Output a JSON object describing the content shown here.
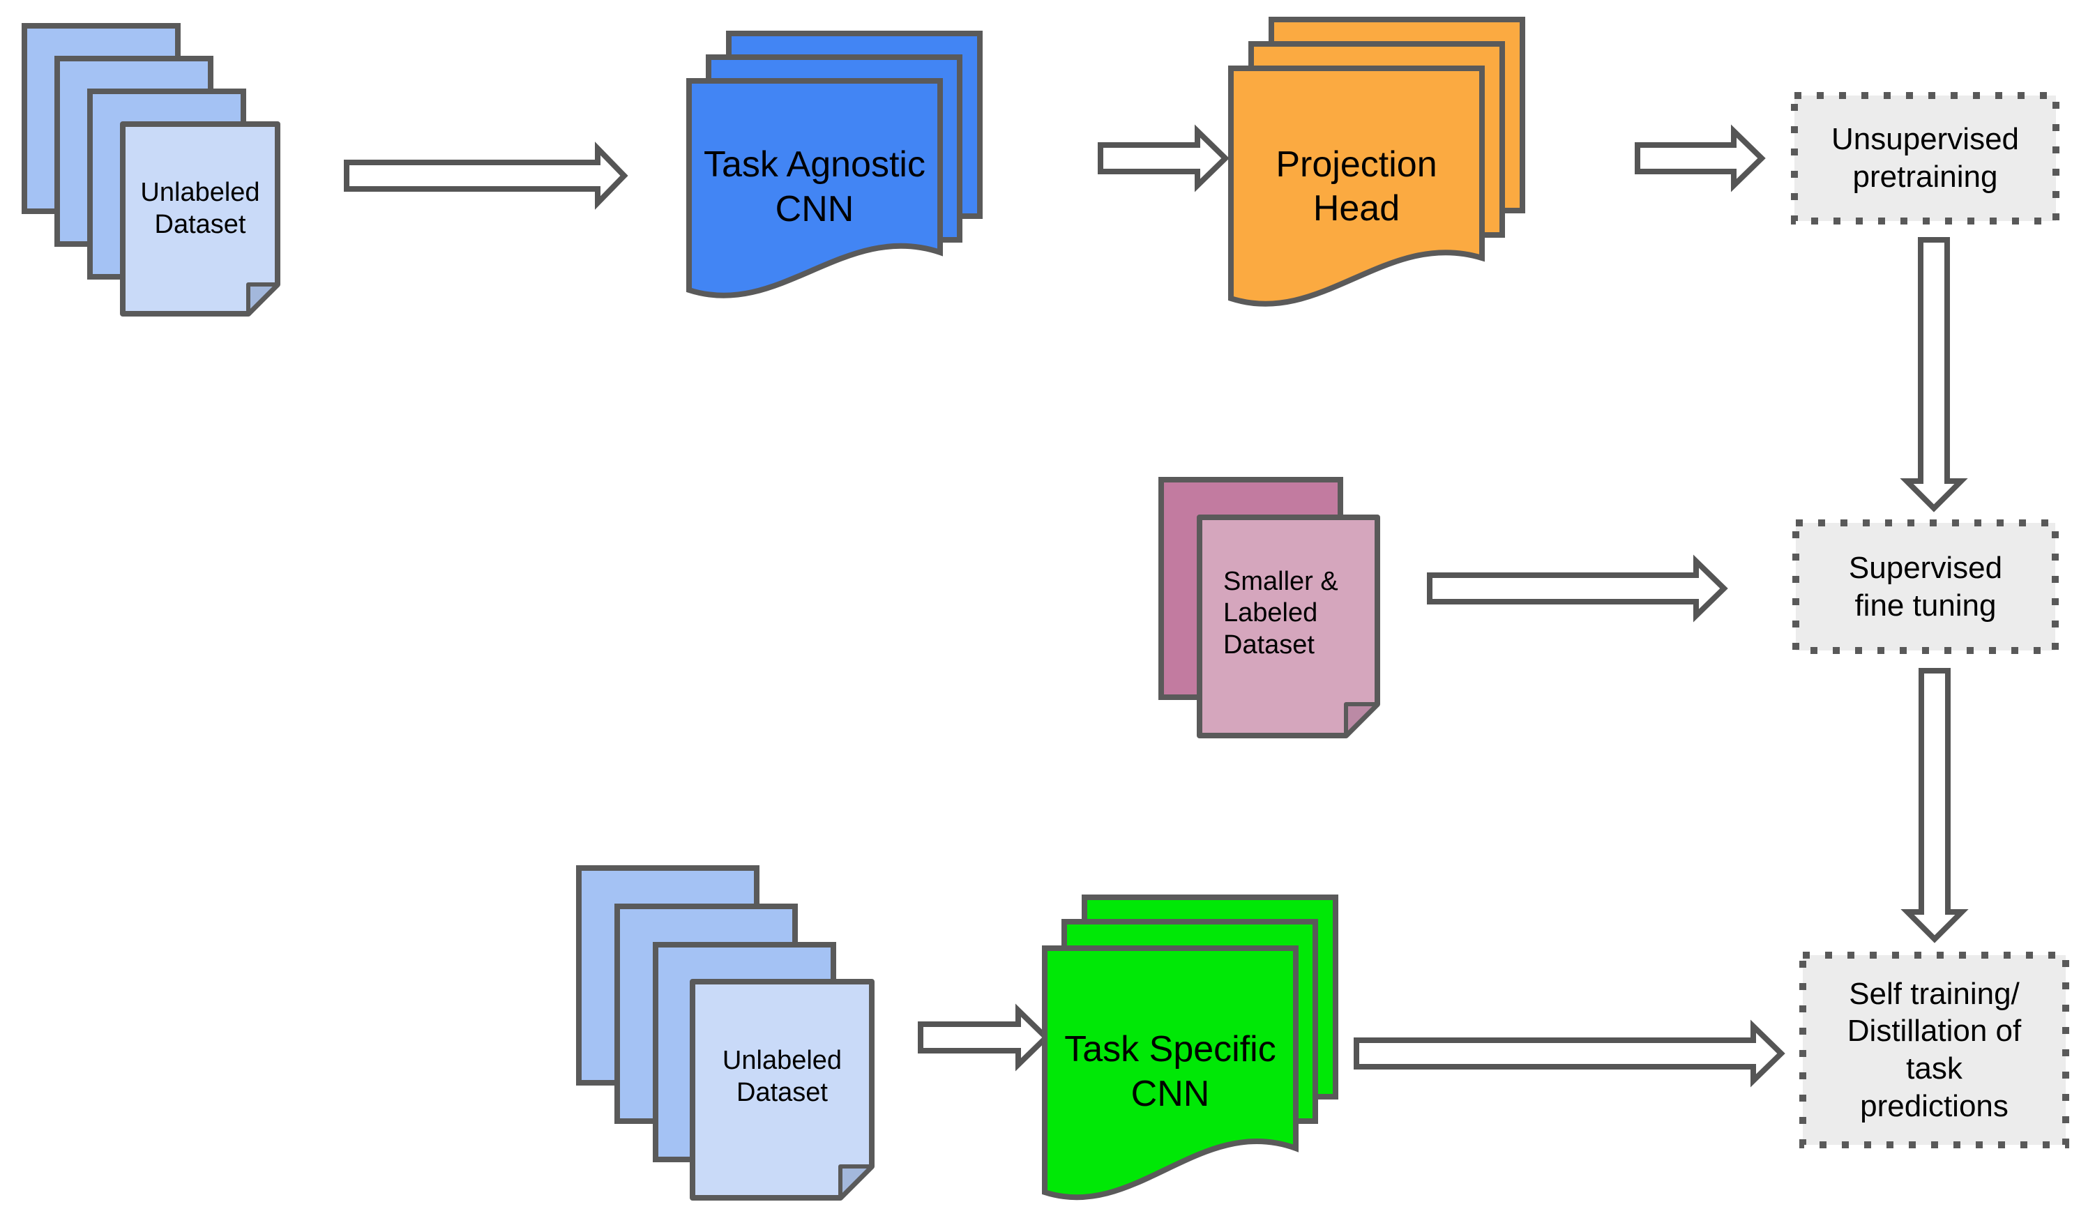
{
  "diagram": {
    "nodes": {
      "unlabeled_dataset_top": {
        "label": "Unlabeled\nDataset"
      },
      "task_agnostic_cnn": {
        "label": "Task Agnostic\nCNN"
      },
      "projection_head": {
        "label": "Projection\nHead"
      },
      "unsupervised_pretraining": {
        "label": "Unsupervised\npretraining"
      },
      "smaller_labeled_dataset": {
        "label": "Smaller &\nLabeled\nDataset"
      },
      "supervised_fine_tuning": {
        "label": "Supervised\nfine tuning"
      },
      "unlabeled_dataset_bottom": {
        "label": "Unlabeled\nDataset"
      },
      "task_specific_cnn": {
        "label": "Task Specific\nCNN"
      },
      "self_training_distillation": {
        "label": "Self training/\nDistillation of\ntask\npredictions"
      }
    },
    "colors": {
      "background": "#ffffff",
      "text": "#000000",
      "doc_blue_back": "#a4c2f4",
      "doc_blue_front": "#c9daf8",
      "doc_blue_fold": "#a3b8dc",
      "cnn_blue": "#4285f4",
      "projection_orange": "#fbaa41",
      "pink_back": "#c27ba0",
      "pink_front": "#d5a6bd",
      "pink_fold": "#bb8aa5",
      "task_green": "#00e806",
      "stage_box_fill": "#ececec",
      "stage_box_border": "#595959",
      "shape_border": "#5a5a5a",
      "arrow_fill": "#ffffff",
      "arrow_stroke": "#555555"
    }
  }
}
